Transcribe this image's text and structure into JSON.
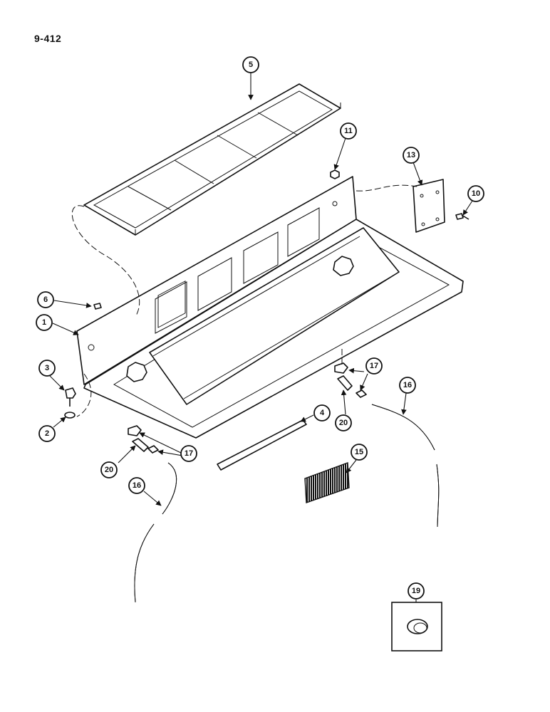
{
  "page": {
    "number": "9-412"
  },
  "callouts": {
    "c1": "1",
    "c2": "2",
    "c3": "3",
    "c4": "4",
    "c5": "5",
    "c6": "6",
    "c10": "10",
    "c11": "11",
    "c13": "13",
    "c15": "15",
    "c16a": "16",
    "c16b": "16",
    "c17a": "17",
    "c17b": "17",
    "c19": "19",
    "c20a": "20",
    "c20b": "20"
  }
}
